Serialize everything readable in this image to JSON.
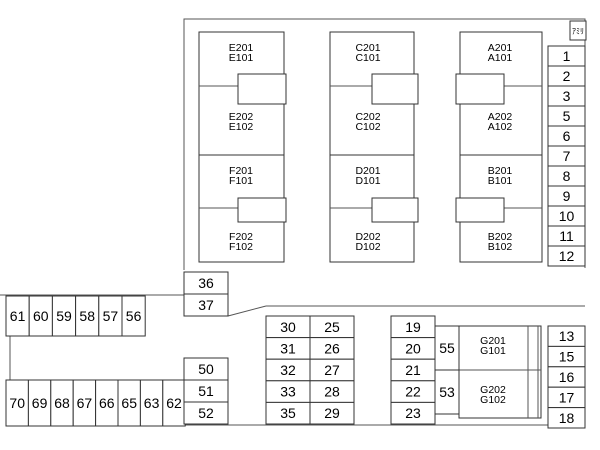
{
  "corner_mark": "ｱﾐﾘ",
  "units": [
    {
      "upper": "E201",
      "lower": "E101"
    },
    {
      "upper": "E202",
      "lower": "E102"
    },
    {
      "upper": "C201",
      "lower": "C101"
    },
    {
      "upper": "C202",
      "lower": "C102"
    },
    {
      "upper": "A201",
      "lower": "A101"
    },
    {
      "upper": "A202",
      "lower": "A102"
    },
    {
      "upper": "F201",
      "lower": "F101"
    },
    {
      "upper": "F202",
      "lower": "F102"
    },
    {
      "upper": "D201",
      "lower": "D101"
    },
    {
      "upper": "D202",
      "lower": "D102"
    },
    {
      "upper": "B201",
      "lower": "B101"
    },
    {
      "upper": "B202",
      "lower": "B102"
    },
    {
      "upper": "G201",
      "lower": "G101"
    },
    {
      "upper": "G202",
      "lower": "G102"
    }
  ],
  "spaces": {
    "right_column": [
      "1",
      "2",
      "3",
      "5",
      "6",
      "7",
      "8",
      "9",
      "10",
      "11",
      "12"
    ],
    "pair_36_37": [
      "36",
      "37"
    ],
    "left_upper_row": [
      "61",
      "60",
      "59",
      "58",
      "57",
      "56"
    ],
    "left_lower_row": [
      "70",
      "69",
      "68",
      "67",
      "66",
      "65",
      "63",
      "62"
    ],
    "middle_left_column": [
      "50",
      "51",
      "52"
    ],
    "center_col_a": [
      "30",
      "31",
      "32",
      "33",
      "35"
    ],
    "center_col_b": [
      "25",
      "26",
      "27",
      "28",
      "29"
    ],
    "center_col_c": [
      "19",
      "20",
      "21",
      "22",
      "23"
    ],
    "g_side": [
      "55",
      "53"
    ],
    "right_lower_column": [
      "13",
      "15",
      "16",
      "17",
      "18"
    ]
  }
}
